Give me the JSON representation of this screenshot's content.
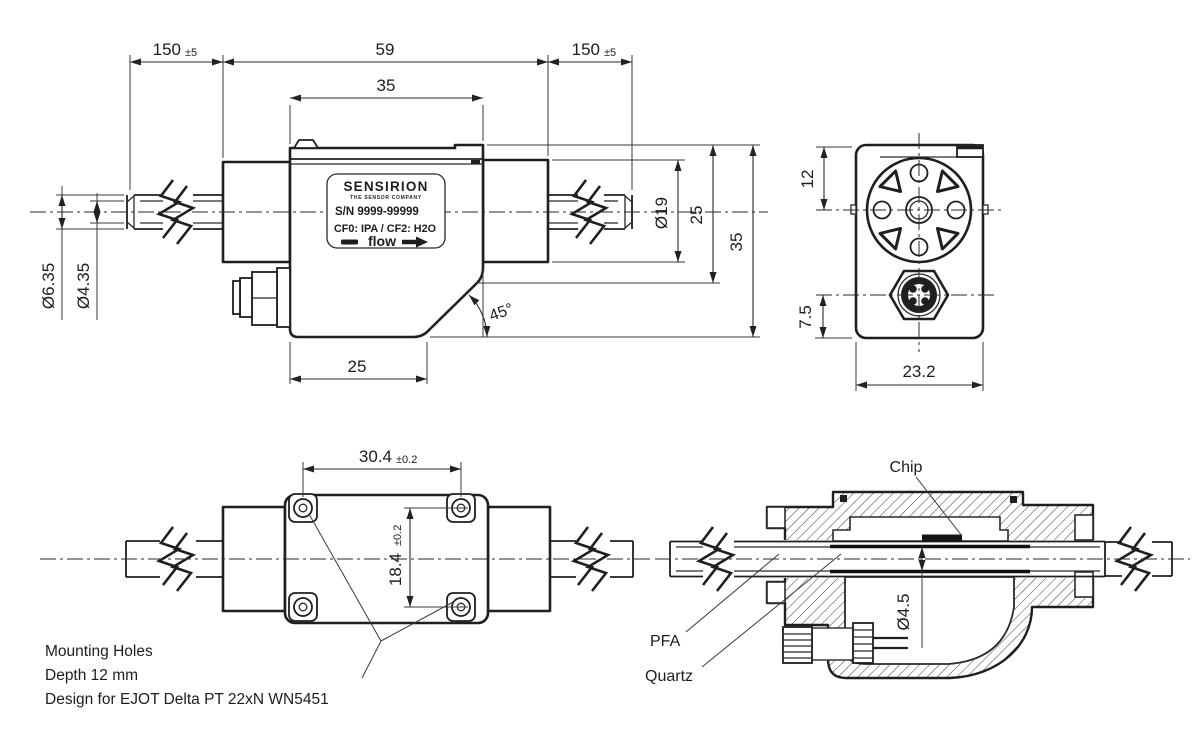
{
  "drawing": {
    "front": {
      "dim_tube_left": "150",
      "dim_tube_left_tol": "±5",
      "dim_body_width": "59",
      "dim_tube_right": "150",
      "dim_tube_right_tol": "±5",
      "dim_lid_width": "35",
      "dim_tube_od": "Ø6.35",
      "dim_tube_id": "Ø4.35",
      "dim_fitting_od": "Ø19",
      "dim_upper_height": "25",
      "dim_total_height": "35",
      "dim_chamfer_angle": "45°",
      "dim_bottom_width": "25",
      "label_brand": "SENSIRION",
      "label_tagline": "THE SENSOR COMPANY",
      "label_serial": "S/N 9999-99999",
      "label_cal": "CF0: IPA / CF2: H2O",
      "label_flow": "flow"
    },
    "side": {
      "dim_top_to_axis": "12",
      "dim_connector_to_bottom": "7.5",
      "dim_width": "23.2"
    },
    "top": {
      "dim_holes_x": "30.4",
      "dim_holes_x_tol": "±0.2",
      "dim_holes_y": "18.4",
      "dim_holes_y_tol": "±0.2",
      "note_line1": "Mounting Holes",
      "note_line2": "Depth 12 mm",
      "note_line3": "Design for EJOT Delta PT 22xN WN5451"
    },
    "section": {
      "label_chip": "Chip",
      "label_pfa": "PFA",
      "label_quartz": "Quartz",
      "dim_bore": "Ø4.5"
    }
  }
}
